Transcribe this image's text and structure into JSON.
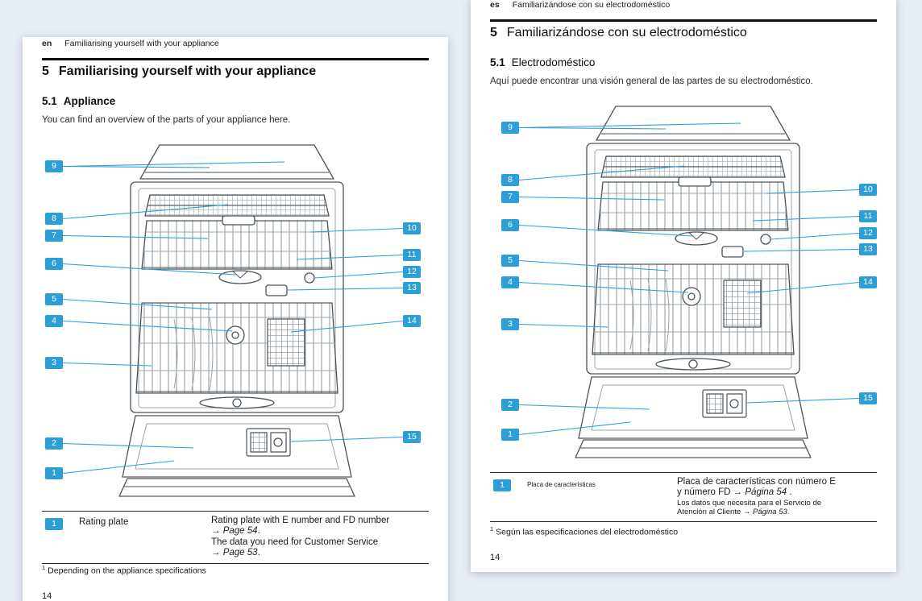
{
  "colors": {
    "accent": "#2e9fd6",
    "canvas_bg": "#e8eef6",
    "rule": "#0a0a0a",
    "page_bg": "#ffffff"
  },
  "pages": [
    {
      "id": "en",
      "language_tag": "en",
      "running_header": "Familiarising yourself with your appliance",
      "section_number": "5",
      "section_title": "Familiarising yourself with your appliance",
      "subsection_number": "5.1",
      "subsection_title": "Appliance",
      "intro": "You can find an overview of the parts of your appliance here.",
      "callout_labels": [
        "1",
        "2",
        "3",
        "4",
        "5",
        "6",
        "7",
        "8",
        "9",
        "10",
        "11",
        "12",
        "13",
        "14",
        "15"
      ],
      "legend": {
        "item_number": "1",
        "term": "Rating plate",
        "arrow": "→",
        "line1_text": "Rating plate with E number and FD number",
        "line1_ref": "Page 54",
        "line1_end": ".",
        "line2_text": "The data you need for Customer Service",
        "line2_ref": "Page 53",
        "line2_end": "."
      },
      "footnote_marker": "1",
      "footnote_text": "Depending on the appliance specifications",
      "page_number": "14"
    },
    {
      "id": "es",
      "language_tag": "es",
      "running_header": "Familiarizándose con su electrodoméstico",
      "section_number": "5",
      "section_title": "Familiarizándose con su electrodoméstico",
      "subsection_number": "5.1",
      "subsection_title": "Electrodoméstico",
      "intro": "Aquí puede encontrar una visión general de las partes de su electrodoméstico.",
      "callout_labels": [
        "1",
        "2",
        "3",
        "4",
        "5",
        "6",
        "7",
        "8",
        "9",
        "10",
        "11",
        "12",
        "13",
        "14",
        "15"
      ],
      "legend": {
        "item_number": "1",
        "term": "Placa de características",
        "arrow": "→",
        "line1_text": "Placa de características con número E y número FD",
        "line1_ref": "Página 54",
        "line1_end": " .",
        "line2_text": "Los datos que necesita para el Servicio de Atención al Cliente",
        "line2_ref": "Página 53",
        "line2_end": "."
      },
      "footnote_marker": "1",
      "footnote_text": "Según las especificaciones del electrodoméstico",
      "page_number": "14"
    }
  ]
}
